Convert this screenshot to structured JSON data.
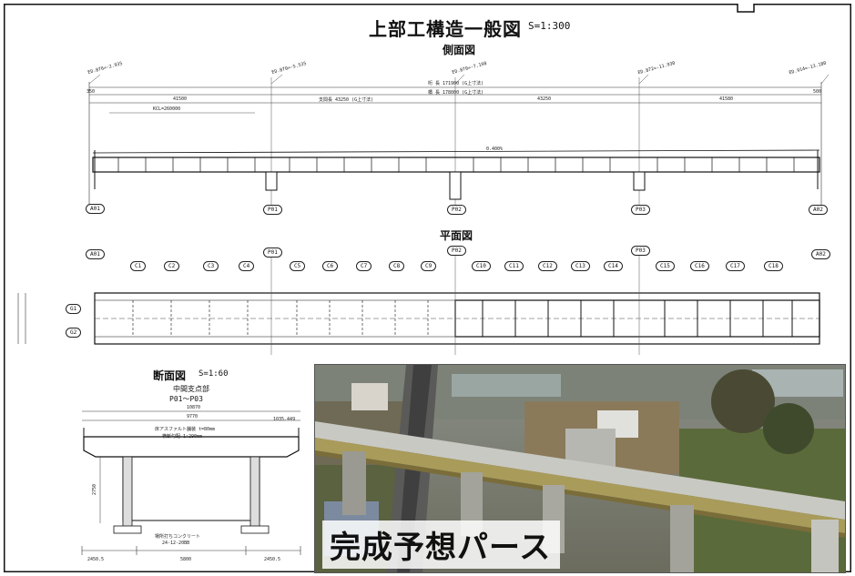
{
  "drawing": {
    "title": "上部工構造一般図",
    "scale": "S=1:300",
    "side_view_label": "側面図",
    "plan_view_label": "平面図",
    "section_label": "断面図",
    "section_scale": "S=1:60",
    "section_subtitle_1": "中間支点部",
    "section_subtitle_2": "P01～P03",
    "photo_caption": "完成予想パース"
  },
  "side_view": {
    "elev_labels": [
      "ED.876=-2.935",
      "ED.870=-5.535",
      "ED.870=-7.198",
      "ED.872=-11.930",
      "ED.914=-13.180"
    ],
    "total_length_1": "桁 長 171900 (G上寸法)",
    "total_length_2": "橋 長 178000 (G上寸法)",
    "span_labels": [
      "41500",
      "支間長 43250 (G上寸法)",
      "43250",
      "41580"
    ],
    "kcl": "KCL=260000",
    "grade": "0.400%",
    "edge_left": "350",
    "edge_right": "500",
    "piers": [
      "A01",
      "P01",
      "P02",
      "P03",
      "A02"
    ]
  },
  "plan_view": {
    "supports_top": [
      "A01",
      "P01",
      "P02",
      "P03",
      "A02"
    ],
    "girders": [
      "C1",
      "C2",
      "C3",
      "C4",
      "C5",
      "C6",
      "C7",
      "C8",
      "C9",
      "C10",
      "C11",
      "C12",
      "C13",
      "C14",
      "C15",
      "C16",
      "C17",
      "C18"
    ],
    "left_tags": [
      "G1",
      "G2"
    ]
  },
  "section": {
    "width_top": "10870",
    "width_mid": "9770",
    "asphalt": "床アスファルト舗装 t=80mm",
    "cross_slope": "横断勾配 1:290mm",
    "concrete": "場所打ちコンクリート",
    "concrete_spec": "24-12-20BB",
    "dims_bottom": [
      "2450.5",
      "5800",
      "2450.5"
    ],
    "dim_right": "1035.449",
    "height": "2750"
  }
}
